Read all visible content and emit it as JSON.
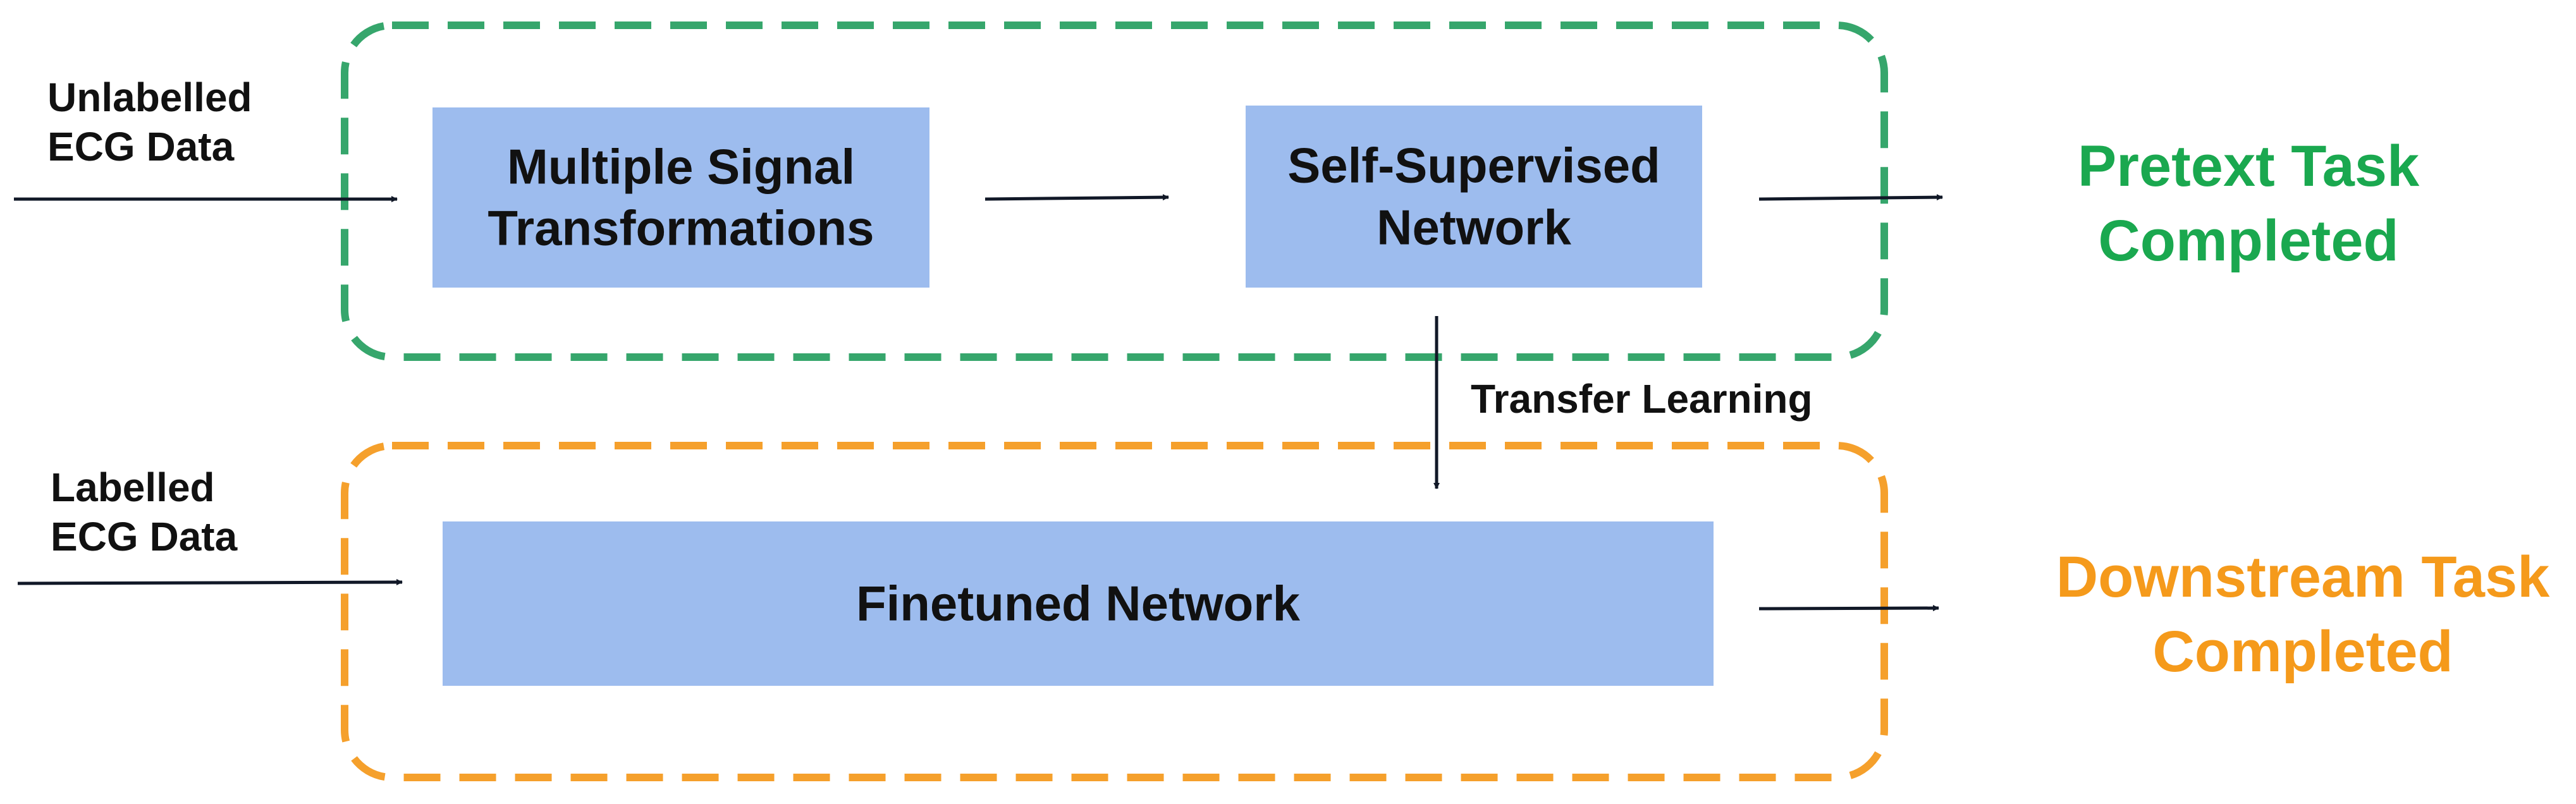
{
  "colors": {
    "pretext_border": "#36a66c",
    "downstream_border": "#f5a02c",
    "box_fill": "#9dbcee",
    "arrow": "#111827",
    "pretext_text": "#1aa84f",
    "downstream_text": "#f59a1b"
  },
  "inputs": {
    "unlabelled": [
      "Unlabelled",
      "ECG Data"
    ],
    "labelled": [
      "Labelled",
      "ECG Data"
    ]
  },
  "boxes": {
    "transformations": [
      "Multiple Signal",
      "Transformations"
    ],
    "self_supervised": [
      "Self-Supervised",
      "Network"
    ],
    "finetuned": [
      "Finetuned Network"
    ]
  },
  "edge_labels": {
    "transfer_learning": "Transfer Learning"
  },
  "outcomes": {
    "pretext": [
      "Pretext Task",
      "Completed"
    ],
    "downstream": [
      "Downstream Task",
      "Completed"
    ]
  }
}
